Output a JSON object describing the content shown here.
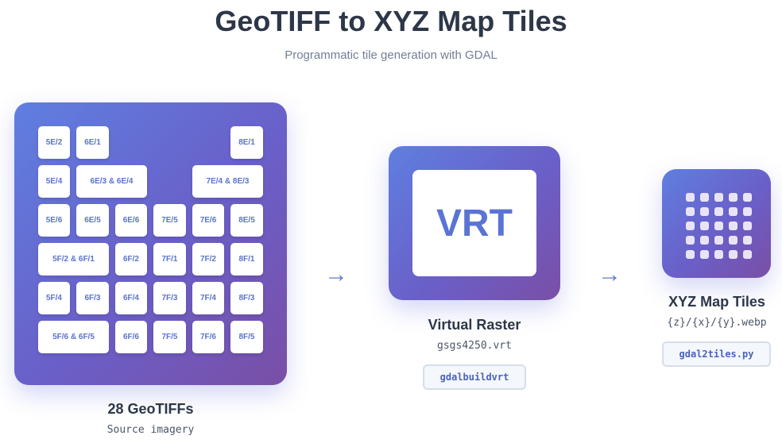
{
  "header": {
    "title": "GeoTIFF to XYZ Map Tiles",
    "subtitle": "Programmatic tile generation with GDAL"
  },
  "source": {
    "tiles": [
      "5E/2",
      "6E/1",
      "8E/1",
      "5E/4",
      "6E/3 & 6E/4",
      "7E/4 & 8E/3",
      "5E/6",
      "6E/5",
      "6E/6",
      "7E/5",
      "7E/6",
      "8E/5",
      "5F/2 & 6F/1",
      "6F/2",
      "7F/1",
      "7F/2",
      "8F/1",
      "5F/4",
      "6F/3",
      "6F/4",
      "7F/3",
      "7F/4",
      "8F/3",
      "5F/6 & 6F/5",
      "6F/6",
      "7F/5",
      "7F/6",
      "8F/5"
    ],
    "label": "28 GeoTIFFs",
    "caption": "Source imagery"
  },
  "arrows": [
    "→",
    "→"
  ],
  "vrt": {
    "badge": "VRT",
    "label": "Virtual Raster",
    "file": "gsgs4250.vrt",
    "command": "gdalbuildvrt"
  },
  "xyz": {
    "icon": "grid-icon",
    "label": "XYZ Map Tiles",
    "pattern": "{z}/{x}/{y}.webp",
    "command": "gdal2tiles.py"
  },
  "colors": {
    "gradient_start": "#5f7fe0",
    "gradient_end": "#7a4fa6",
    "accent": "#5b7bd5"
  }
}
